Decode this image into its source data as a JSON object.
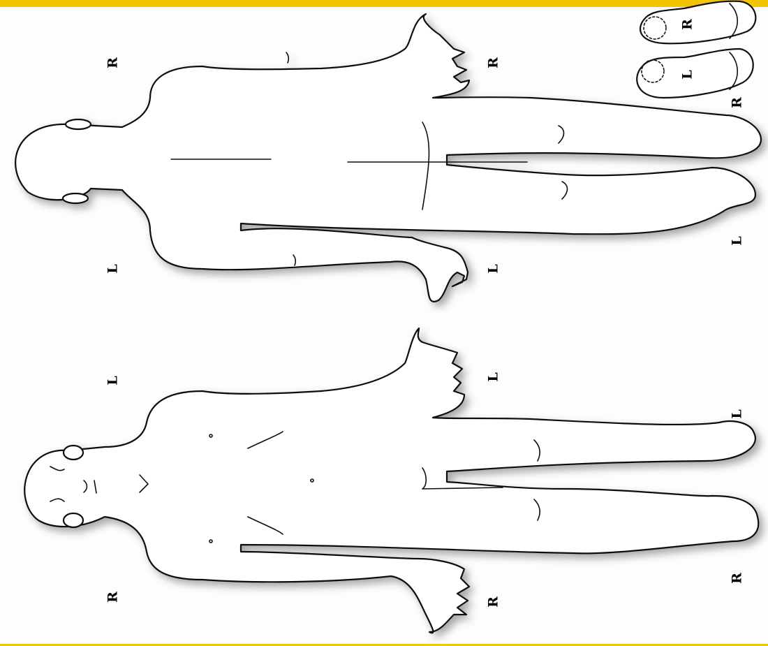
{
  "colors": {
    "accent": "#f5c400",
    "outline": "#111111",
    "background": "#fdfdfb"
  },
  "labels": {
    "back_top_right": "R",
    "back_top_left": "L",
    "back_hand_right": "R",
    "back_hand_left": "L",
    "back_foot_right": "R",
    "back_foot_left": "L",
    "sole_left": "L",
    "sole_right": "R",
    "front_top_left": "L",
    "front_top_right": "R",
    "front_hand_left": "L",
    "front_hand_right": "R",
    "front_foot_left": "L",
    "front_foot_right": "R"
  }
}
